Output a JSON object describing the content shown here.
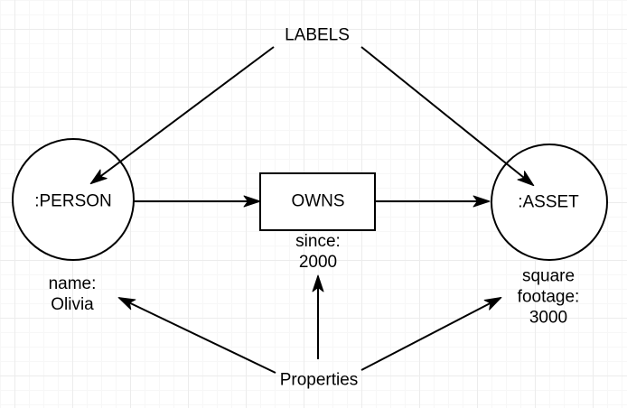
{
  "annotations": {
    "labels": "LABELS",
    "properties": "Properties"
  },
  "nodes": {
    "person": {
      "label": ":PERSON",
      "shape": "circle",
      "property_lines": [
        "name:",
        "Olivia"
      ]
    },
    "asset": {
      "label": ":ASSET",
      "shape": "circle",
      "property_lines": [
        "square",
        "footage:",
        "3000"
      ]
    }
  },
  "relationship": {
    "label": "OWNS",
    "shape": "rectangle",
    "property_lines": [
      "since:",
      "2000"
    ]
  },
  "edges": [
    {
      "from": "labels-annotation",
      "to": "person-node"
    },
    {
      "from": "labels-annotation",
      "to": "asset-node"
    },
    {
      "from": "person-node",
      "to": "owns-box"
    },
    {
      "from": "owns-box",
      "to": "asset-node"
    },
    {
      "from": "properties-annotation",
      "to": "person-property"
    },
    {
      "from": "properties-annotation",
      "to": "owns-property"
    },
    {
      "from": "properties-annotation",
      "to": "asset-property"
    }
  ],
  "colors": {
    "stroke": "#000000",
    "text": "#000000",
    "background": "#ffffff",
    "grid_minor": "#f7f7f7",
    "grid_major": "#ececec"
  }
}
